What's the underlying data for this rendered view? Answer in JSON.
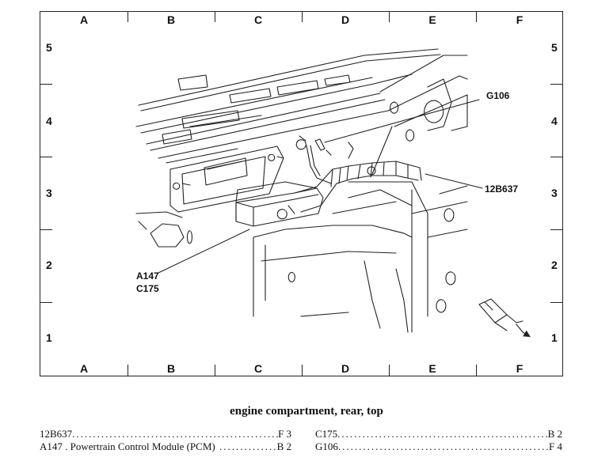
{
  "grid": {
    "columns": [
      "A",
      "B",
      "C",
      "D",
      "E",
      "F"
    ],
    "rows": [
      "5",
      "4",
      "3",
      "2",
      "1"
    ]
  },
  "callouts": {
    "g106": "G106",
    "harness": "12B637",
    "a147": "A147",
    "c175": "C175"
  },
  "caption": "engine compartment, rear, top",
  "legend": {
    "left": [
      {
        "code": "12B637",
        "loc": "F 3"
      },
      {
        "code": "A147 .  Powertrain Control Module (PCM)",
        "loc": "B 2"
      }
    ],
    "right": [
      {
        "code": "C175",
        "loc": "B 2"
      },
      {
        "code": "G106",
        "loc": "F 4"
      }
    ]
  }
}
